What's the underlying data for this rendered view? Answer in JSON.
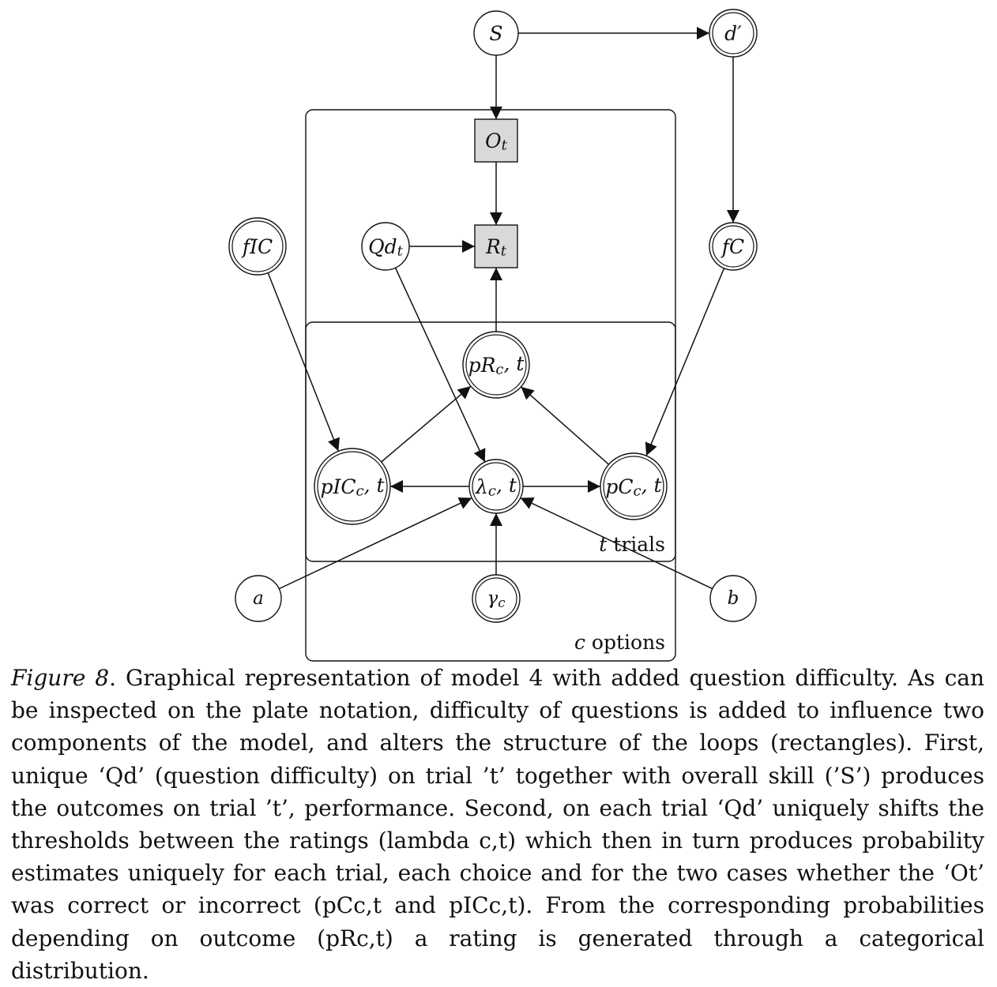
{
  "diagram": {
    "nodes": [
      {
        "id": "S",
        "text": "S",
        "sub": "",
        "shape": "circle"
      },
      {
        "id": "dprime",
        "text": "d′",
        "sub": "",
        "shape": "double-circle"
      },
      {
        "id": "Ot",
        "text": "O",
        "sub": "t",
        "shape": "shaded-square"
      },
      {
        "id": "Rt",
        "text": "R",
        "sub": "t",
        "shape": "shaded-square"
      },
      {
        "id": "fIC",
        "text": "fIC",
        "sub": "",
        "shape": "double-circle"
      },
      {
        "id": "Qdt",
        "text": "Qd",
        "sub": "t",
        "shape": "circle"
      },
      {
        "id": "fC",
        "text": "fC",
        "sub": "",
        "shape": "double-circle"
      },
      {
        "id": "pRct",
        "text": "pR",
        "sub": "c",
        "tail": ", t",
        "shape": "double-circle"
      },
      {
        "id": "pICct",
        "text": "pIC",
        "sub": "c",
        "tail": ", t",
        "shape": "double-circle"
      },
      {
        "id": "lambdact",
        "text": "λ",
        "sub": "c",
        "tail": ", t",
        "shape": "double-circle"
      },
      {
        "id": "pCct",
        "text": "pC",
        "sub": "c",
        "tail": ", t",
        "shape": "double-circle"
      },
      {
        "id": "a",
        "text": "a",
        "sub": "",
        "shape": "circle"
      },
      {
        "id": "gammac",
        "text": "γ",
        "sub": "c",
        "shape": "double-circle"
      },
      {
        "id": "b",
        "text": "b",
        "sub": "",
        "shape": "circle"
      }
    ],
    "edges": [
      {
        "from": "S",
        "to": "dprime"
      },
      {
        "from": "S",
        "to": "Ot"
      },
      {
        "from": "dprime",
        "to": "fC"
      },
      {
        "from": "Ot",
        "to": "Rt"
      },
      {
        "from": "Qdt",
        "to": "Rt"
      },
      {
        "from": "pRct",
        "to": "Rt"
      },
      {
        "from": "fIC",
        "to": "pICct"
      },
      {
        "from": "fC",
        "to": "pCct"
      },
      {
        "from": "Qdt",
        "to": "lambdact"
      },
      {
        "from": "pICct",
        "to": "pRct"
      },
      {
        "from": "pCct",
        "to": "pRct"
      },
      {
        "from": "lambdact",
        "to": "pICct"
      },
      {
        "from": "lambdact",
        "to": "pCct"
      },
      {
        "from": "a",
        "to": "lambdact"
      },
      {
        "from": "gammac",
        "to": "lambdact"
      },
      {
        "from": "b",
        "to": "lambdact"
      }
    ],
    "plates": [
      {
        "id": "trials",
        "index": "t",
        "label": "trials"
      },
      {
        "id": "options",
        "index": "c",
        "label": "options"
      }
    ]
  },
  "caption": {
    "label": "Figure 8",
    "text": ". Graphical representation of model 4 with added question difficulty. As can be inspected on the plate notation, difficulty of questions is added to influence two components of the model, and alters the structure of the loops (rectangles). First, unique ‘Qd’ (question difficulty) on trial ’t’ together with overall skill (’S’) produces the outcomes on trial ’t’, performance. Second, on each trial ‘Qd’ uniquely shifts the thresholds between the ratings (lambda c,t) which then in turn produces probability estimates uniquely for each trial, each choice and for the two cases whether the ‘Ot’ was correct or incorrect (pCc,t and pICc,t). From the corresponding probabilities depending on outcome (pRc,t) a rating is generated through a categorical distribution."
  }
}
